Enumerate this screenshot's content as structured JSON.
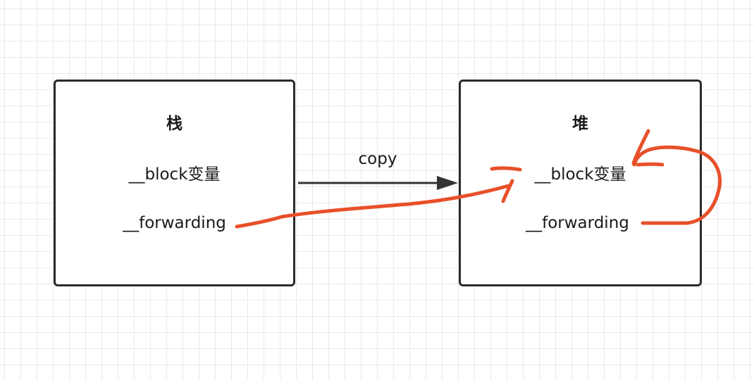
{
  "diagram": {
    "stack_box": {
      "title": "栈",
      "block_var": "__block变量",
      "forwarding": "__forwarding"
    },
    "heap_box": {
      "title": "堆",
      "block_var": "__block变量",
      "forwarding": "__forwarding"
    },
    "copy_arrow_label": "copy"
  },
  "colors": {
    "box_border": "#2b2b2b",
    "arrow": "#333333",
    "annotation": "#e8502a",
    "grid": "#e9e9e9"
  }
}
